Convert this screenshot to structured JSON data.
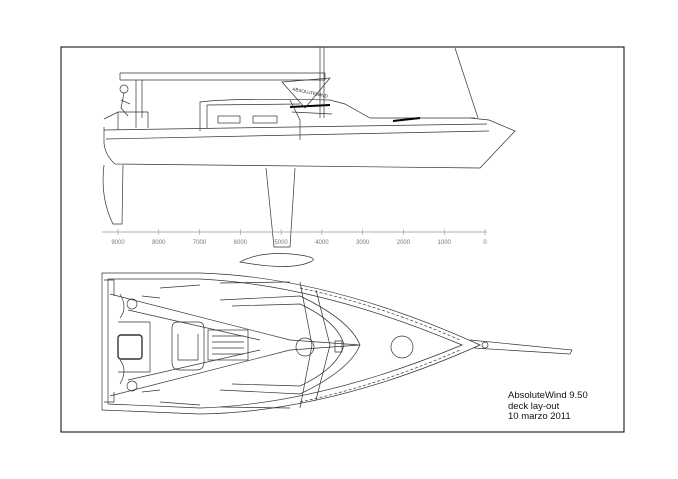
{
  "drawing": {
    "title_lines": [
      "AbsoluteWind 9.50",
      "deck lay-out",
      "10 marzo 2011"
    ],
    "boom_lettering": "ABSOLUTEWIND",
    "scale_ticks": [
      "9000",
      "8000",
      "7000",
      "6000",
      "5000",
      "4000",
      "3000",
      "2000",
      "1000",
      "0"
    ],
    "colors": {
      "line": "#333333",
      "frame": "#000000",
      "scale_text": "#777777",
      "paper": "#ffffff"
    }
  }
}
